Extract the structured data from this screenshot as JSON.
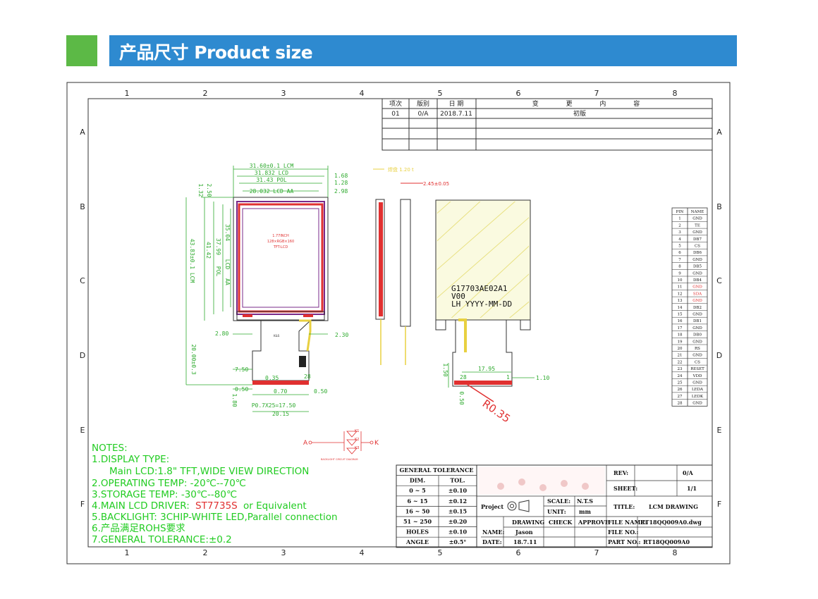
{
  "header": {
    "title": "产品尺寸 Product size"
  },
  "colors": {
    "header_blue": "#2e8ad0",
    "header_green": "#5cb946",
    "notes_green": "#22cc22",
    "driver_red": "#e03030",
    "lcd_red": "#e03030",
    "lcd_purple": "#7a2a8a",
    "fpc_yellow": "#e8d040",
    "dim_green": "#2eaa2e"
  },
  "frame": {
    "col_labels": [
      "1",
      "2",
      "3",
      "4",
      "5",
      "6",
      "7",
      "8"
    ],
    "row_labels": [
      "A",
      "B",
      "C",
      "D",
      "E",
      "F"
    ]
  },
  "revision_table": {
    "headers": [
      "项次",
      "版别",
      "日 期",
      "变 更 内 容"
    ],
    "rows": [
      [
        "01",
        "0/A",
        "2018.7.11",
        "初版"
      ]
    ]
  },
  "front_view": {
    "dims": [
      "31.60±0.1 LCM",
      "31.832 LCD",
      "31.43 POL",
      "28.032 LCD AA",
      "1.68",
      "1.28",
      "2.98",
      "1.32",
      "2.50",
      "35.04",
      "37.99",
      "41.42",
      "LCD",
      "POL",
      "AA",
      "43.83±0.1 LCM",
      "2.80",
      "2.30",
      "20.00±0.3",
      "7.50",
      "0.35",
      "1",
      "28",
      "0.50",
      "0.70",
      "0.50",
      "1.80",
      "P0.7X25=17.50",
      "20.15"
    ],
    "center_text": [
      "1.77INCH",
      "128×RGB×160",
      "TFT-LCD"
    ],
    "fpc_label": "K&S"
  },
  "side_view": {
    "dims": [
      "2.45±0.05",
      "焊盘 1.20 t"
    ]
  },
  "back_view": {
    "marking": [
      "G17703AE02A1",
      "V00",
      "LH  YYYY-MM-DD"
    ],
    "dims": [
      "17.95",
      "1.10",
      "1.50",
      "0.50",
      "28",
      "1",
      "R0.35"
    ]
  },
  "backlight_schematic": {
    "labels": [
      "A",
      "K",
      "K1",
      "K2",
      "K3"
    ],
    "caption": "BACKLIGHT CIRCUIT DIAGRAM"
  },
  "pin_table": {
    "headers": [
      "PIN",
      "NAME"
    ],
    "rows": [
      [
        "1",
        "GND"
      ],
      [
        "2",
        "TE"
      ],
      [
        "3",
        "GND"
      ],
      [
        "4",
        "DB7"
      ],
      [
        "5",
        "CS"
      ],
      [
        "6",
        "DB6"
      ],
      [
        "7",
        "GND"
      ],
      [
        "8",
        "DB5"
      ],
      [
        "9",
        "GND"
      ],
      [
        "10",
        "DB4"
      ],
      [
        "11",
        "GND"
      ],
      [
        "12",
        "SDA"
      ],
      [
        "13",
        "GND"
      ],
      [
        "14",
        "DB2"
      ],
      [
        "15",
        "GND"
      ],
      [
        "16",
        "DB1"
      ],
      [
        "17",
        "GND"
      ],
      [
        "18",
        "DB0"
      ],
      [
        "19",
        "GND"
      ],
      [
        "20",
        "RS"
      ],
      [
        "21",
        "GND"
      ],
      [
        "22",
        "CS"
      ],
      [
        "23",
        "RESET"
      ],
      [
        "24",
        "VDD"
      ],
      [
        "25",
        "GND"
      ],
      [
        "26",
        "LEDA"
      ],
      [
        "27",
        "LEDK"
      ],
      [
        "28",
        "GND"
      ]
    ],
    "red_rows": [
      11,
      12,
      13
    ]
  },
  "notes": {
    "title": "NOTES:",
    "lines": [
      "1.DISPLAY TYPE:",
      "Main LCD:1.8\" TFT,WIDE VIEW DIRECTION",
      "2.OPERATING TEMP: -20℃--70℃",
      "3.STORAGE TEMP: -30℃--80℃",
      "4.MAIN LCD DRIVER:",
      "ST7735S",
      "or Equivalent",
      "5.BACKLIGHT: 3CHIP-WHITE LED,Parallel connection",
      "6.产品满足ROHS要求",
      "7.GENERAL TOLERANCE:±0.2"
    ]
  },
  "tolerance_table": {
    "title": "GENERAL TOLERANCE",
    "headers": [
      "DIM.",
      "TOL."
    ],
    "rows": [
      [
        "0 ~ 5",
        "±0.10"
      ],
      [
        "6 ~ 15",
        "±0.12"
      ],
      [
        "16 ~ 50",
        "±0.15"
      ],
      [
        "51 ~ 250",
        "±0.20"
      ],
      [
        "HOLES",
        "±0.10"
      ],
      [
        "ANGLE",
        "±0.5°"
      ]
    ]
  },
  "title_block": {
    "project": "Project",
    "scale_label": "SCALE:",
    "scale_value": "N.T.S",
    "unit_label": "UNIT:",
    "unit_value": "mm",
    "title_label": "TITLE:",
    "title_value": "LCM DRAWING",
    "rev_label": "REV:",
    "rev_value": "0/A",
    "sheet_label": "SHEET:",
    "sheet_value": "1/1",
    "drawing": "DRAWING",
    "check": "CHECK",
    "approve": "APPROVE",
    "file_name_label": "FILE NAME:",
    "file_name_value": "RT18QQ009A0.dwg",
    "file_no_label": "FILE NO.:",
    "part_no_label": "PART NO.:",
    "part_no_value": "RT18QQ009A0",
    "name_label": "NAME:",
    "name_value": "Jason",
    "date_label": "DATE:",
    "date_value": "18.7.11"
  }
}
